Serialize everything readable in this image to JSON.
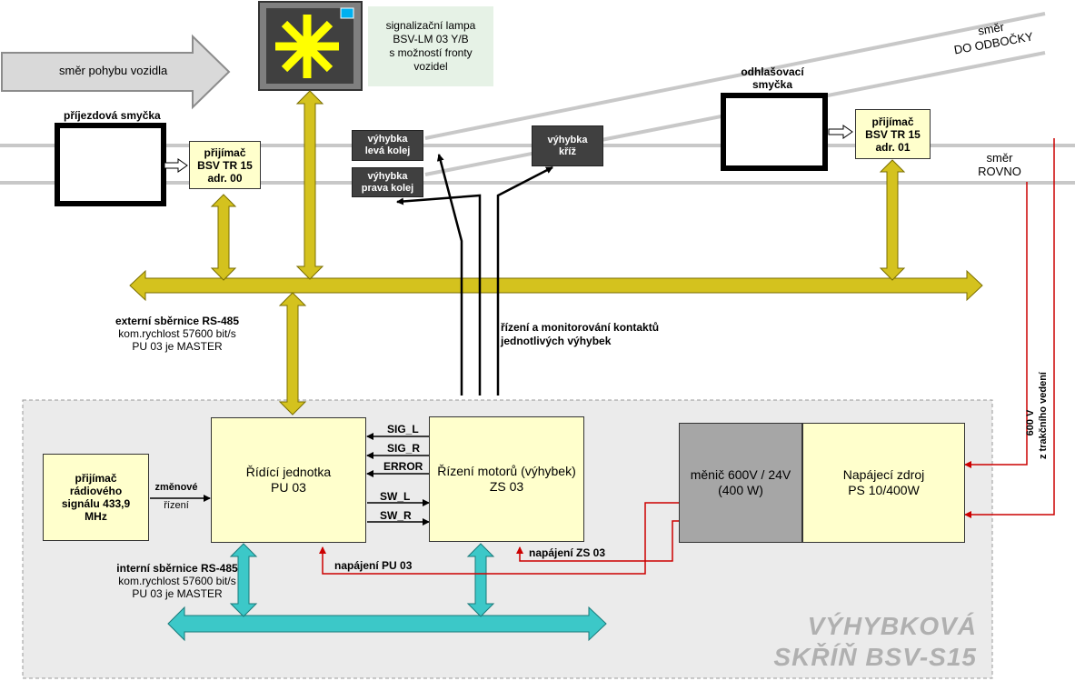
{
  "vehicle_direction": "směr pohybu vozidla",
  "lamp": {
    "line1": "signalizační lampa",
    "line2": "BSV-LM 03 Y/B",
    "line3": "s možností fronty",
    "line4": "vozidel"
  },
  "direction_branch": {
    "line1": "směr",
    "line2": "DO ODBOČKY"
  },
  "direction_straight": {
    "line1": "směr",
    "line2": "ROVNO"
  },
  "approach_loop": {
    "title": "příjezdová smyčka"
  },
  "departure_loop": {
    "line1": "odhlašovací",
    "line2": "smyčka"
  },
  "receiver_00": {
    "line1": "přijímač",
    "line2": "BSV TR 15",
    "line3": "adr. 00"
  },
  "receiver_01": {
    "line1": "přijímač",
    "line2": "BSV TR 15",
    "line3": "adr. 01"
  },
  "switch_left": {
    "line1": "výhybka",
    "line2": "levá kolej"
  },
  "switch_right": {
    "line1": "výhybka",
    "line2": "prava kolej"
  },
  "switch_cross": {
    "line1": "výhybka",
    "line2": "kříž"
  },
  "external_bus": {
    "line1": "externí sběrnice RS-485",
    "line2": "kom.rychlost 57600 bit/s",
    "line3": "PU 03 je MASTER"
  },
  "switch_control": {
    "line1": "řízení a monitorování kontaktů",
    "line2": "jednotlivých výhybek"
  },
  "radio_receiver": {
    "line1": "přijímač",
    "line2": "rádiového",
    "line3": "signálu 433,9",
    "line4": "MHz"
  },
  "change_control": {
    "line1": "změnové",
    "line2": "řízení"
  },
  "control_unit": {
    "line1": "Řídící jednotka",
    "line2": "PU 03"
  },
  "motor_control": {
    "line1": "Řízení motorů (výhybek)",
    "line2": "ZS 03"
  },
  "signals": {
    "sig_l": "SIG_L",
    "sig_r": "SIG_R",
    "error": "ERROR",
    "sw_l": "SW_L",
    "sw_r": "SW_R"
  },
  "converter": {
    "line1": "měnič 600V / 24V",
    "line2": "(400 W)"
  },
  "power_supply": {
    "line1": "Napájecí zdroj",
    "line2": "PS 10/400W"
  },
  "traction": {
    "line1": "600 V",
    "line2": "z trakčního vedení"
  },
  "power_pu": "napájení PU 03",
  "power_zs": "napájení ZS 03",
  "internal_bus": {
    "line1": "interní sběrnice RS-485",
    "line2": "kom.rychlost 57600 bit/s",
    "line3": "PU 03 je MASTER"
  },
  "cabinet": {
    "line1": "VÝHYBKOVÁ",
    "line2": "SKŘÍŇ BSV-S15"
  },
  "colors": {
    "bus_external": "#d4c21e",
    "bus_internal": "#3cc8c8",
    "power_line": "#cc0000",
    "box_fill": "#ffffcc",
    "dark_box": "#404040"
  }
}
